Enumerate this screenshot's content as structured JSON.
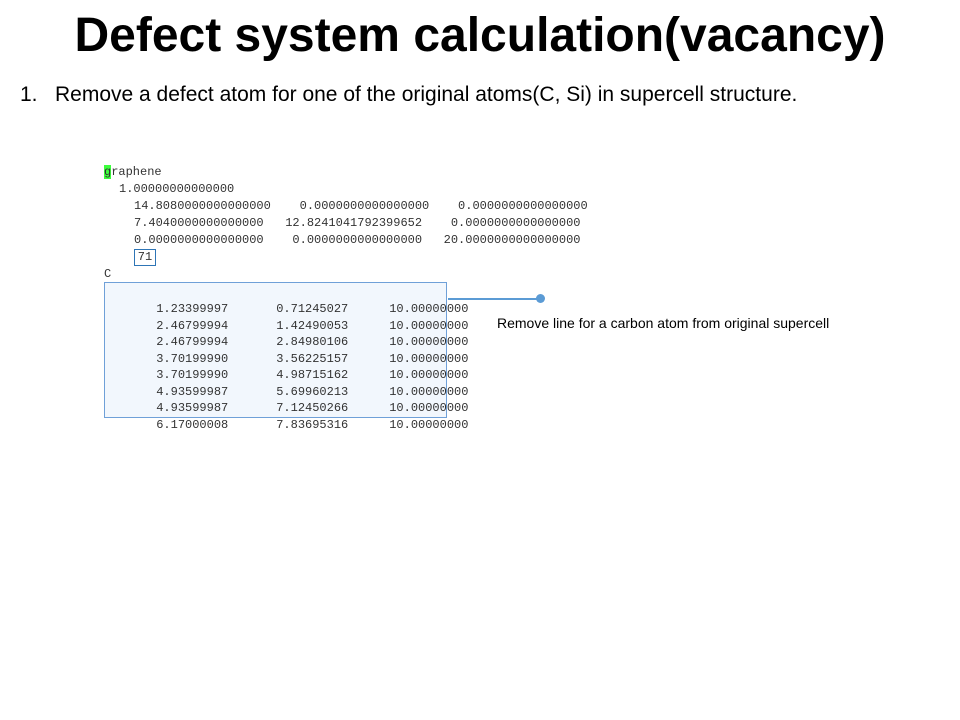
{
  "slide": {
    "title": "Defect system calculation(vacancy)",
    "bullet_number": "1.",
    "bullet_text": "Remove a defect atom for one of the original atoms(C, Si) in supercell structure."
  },
  "poscar": {
    "name_first_char": "g",
    "name_rest": "raphene",
    "scale": "1.00000000000000",
    "lattice": [
      "14.8080000000000000    0.0000000000000000    0.0000000000000000",
      "7.4040000000000000   12.8241041792399652    0.0000000000000000",
      "0.0000000000000000    0.0000000000000000   20.0000000000000000"
    ],
    "atom_count": "71",
    "mode": "C",
    "coordinates": [
      [
        "1.23399997",
        "0.71245027",
        "10.00000000"
      ],
      [
        "2.46799994",
        "1.42490053",
        "10.00000000"
      ],
      [
        "2.46799994",
        "2.84980106",
        "10.00000000"
      ],
      [
        "3.70199990",
        "3.56225157",
        "10.00000000"
      ],
      [
        "3.70199990",
        "4.98715162",
        "10.00000000"
      ],
      [
        "4.93599987",
        "5.69960213",
        "10.00000000"
      ],
      [
        "4.93599987",
        "7.12450266",
        "10.00000000"
      ],
      [
        "6.17000008",
        "7.83695316",
        "10.00000000"
      ]
    ]
  },
  "callout": {
    "text": "Remove line for a carbon atom from original supercell",
    "color": "#5b9bd5"
  },
  "colors": {
    "highlight_green": "#3cff3c",
    "box_border": "#6fa0d8"
  }
}
